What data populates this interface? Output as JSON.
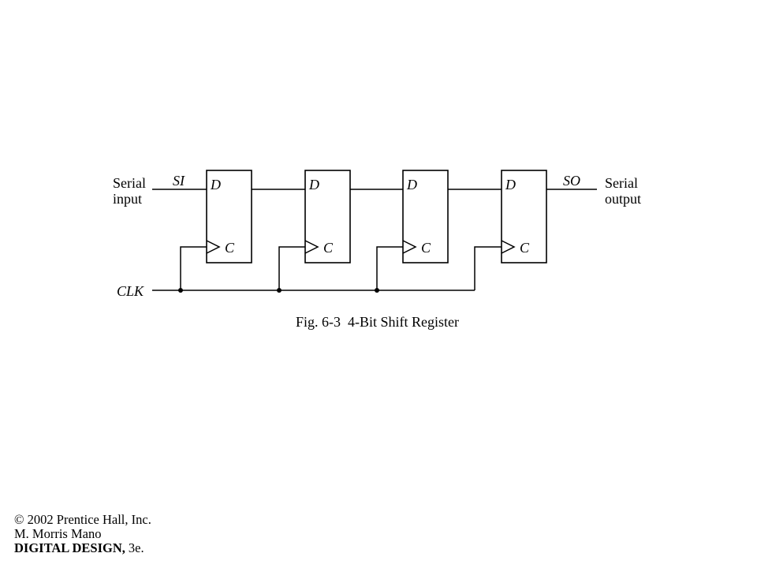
{
  "diagram": {
    "input_label": {
      "line1": "Serial",
      "line2": "input"
    },
    "input_signal": "SI",
    "output_label": {
      "line1": "Serial",
      "line2": "output"
    },
    "output_signal": "SO",
    "clock_signal": "CLK",
    "flip_flops": [
      {
        "data_input": "D",
        "clock_input": "C"
      },
      {
        "data_input": "D",
        "clock_input": "C"
      },
      {
        "data_input": "D",
        "clock_input": "C"
      },
      {
        "data_input": "D",
        "clock_input": "C"
      }
    ],
    "caption": "Fig. 6-3  4-Bit Shift Register"
  },
  "footer": {
    "copyright": "© 2002 Prentice Hall, Inc.",
    "author": "M. Morris Mano",
    "book_title": "DIGITAL DESIGN,",
    "edition": "3e."
  },
  "colors": {
    "ink": "#000000",
    "background": "#ffffff"
  }
}
